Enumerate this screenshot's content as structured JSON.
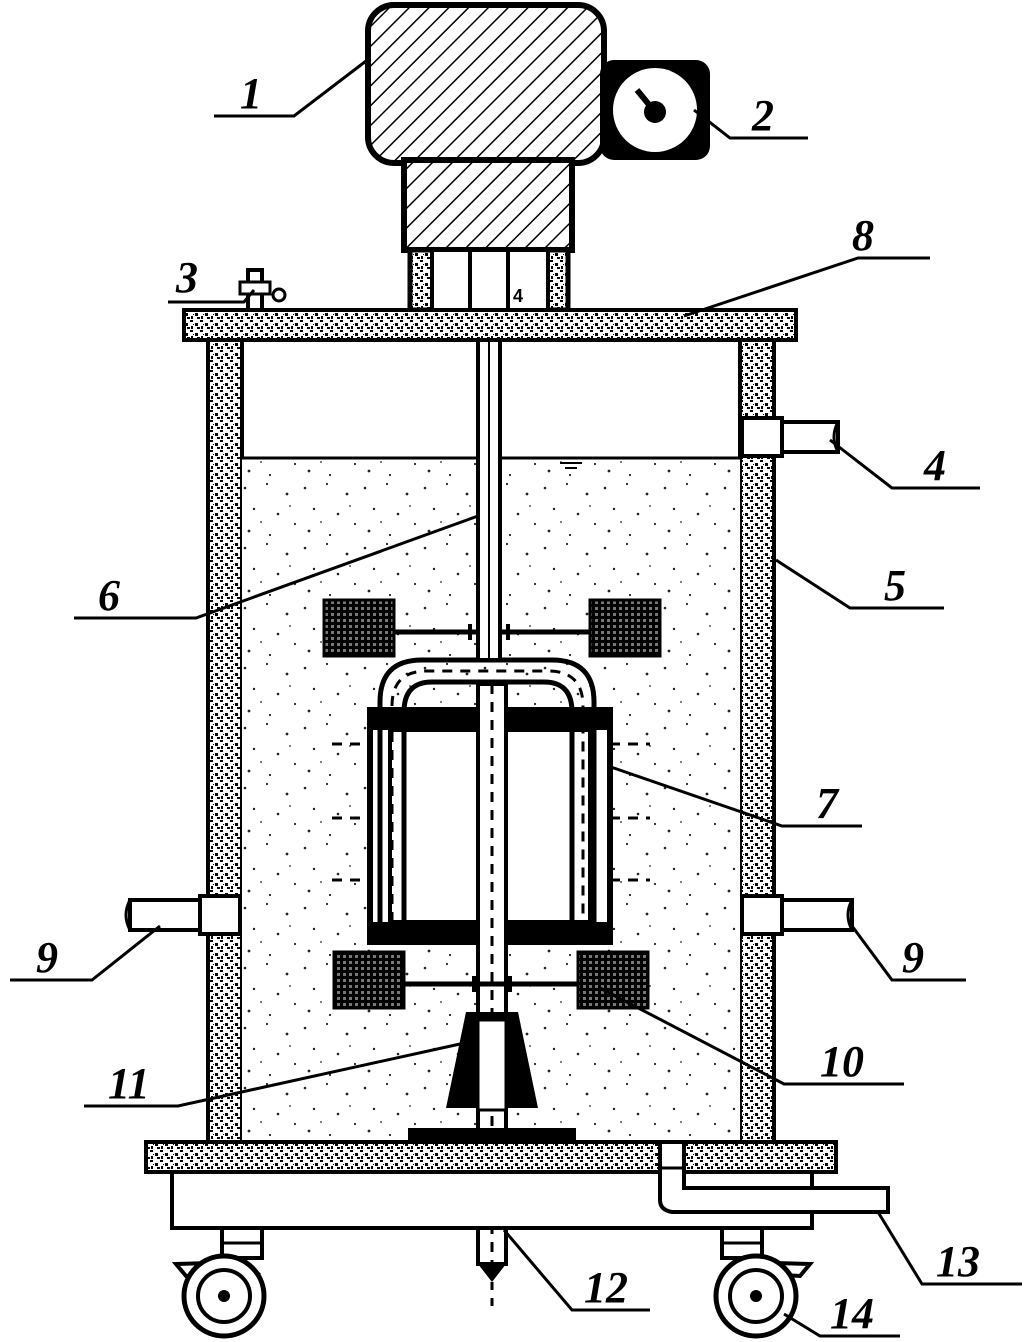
{
  "figure": {
    "callouts": [
      {
        "id": "c1",
        "text": "1"
      },
      {
        "id": "c2",
        "text": "2"
      },
      {
        "id": "c3",
        "text": "3"
      },
      {
        "id": "c4",
        "text": "4"
      },
      {
        "id": "c5",
        "text": "5"
      },
      {
        "id": "c6",
        "text": "6"
      },
      {
        "id": "c7",
        "text": "7"
      },
      {
        "id": "c8",
        "text": "8"
      },
      {
        "id": "c9l",
        "text": "9"
      },
      {
        "id": "c9r",
        "text": "9"
      },
      {
        "id": "c10",
        "text": "10"
      },
      {
        "id": "c11",
        "text": "11"
      },
      {
        "id": "c12",
        "text": "12"
      },
      {
        "id": "c13",
        "text": "13"
      },
      {
        "id": "c14",
        "text": "14"
      }
    ]
  }
}
